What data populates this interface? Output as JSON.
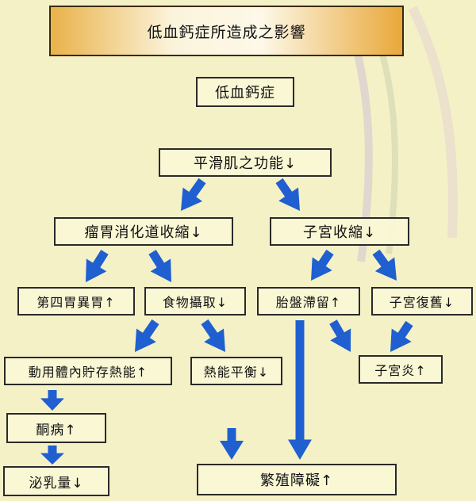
{
  "title": "低血鈣症所造成之影響",
  "nodes": {
    "hypocalcemia": "低血鈣症",
    "smooth_muscle": "平滑肌之功能↓",
    "rumen_contraction": "瘤胃消化道收縮↓",
    "uterine_contraction": "子宮收縮↓",
    "abomasum_displacement": "第四胃異胃↑",
    "feed_intake": "食物攝取↓",
    "placenta_retention": "胎盤滯留↑",
    "uterine_involution": "子宮復舊↓",
    "energy_mobilization": "動用體內貯存熱能↑",
    "energy_balance": "熱能平衡↓",
    "metritis": "子宮炎↑",
    "ketosis": "酮病↑",
    "milk_yield": "泌乳量↓",
    "reproductive_disorder": "繁殖障礙↑"
  },
  "colors": {
    "arrow": "#1f5fd0",
    "border": "#2a2a2a",
    "title_accent": "#e9a83a"
  }
}
